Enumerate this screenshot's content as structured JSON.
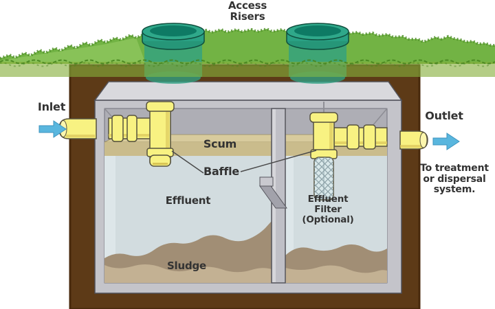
{
  "diagram": {
    "type": "septic-tank-cross-section",
    "labels": {
      "access_risers": "Access Risers",
      "inlet": "Inlet",
      "outlet": "Outlet",
      "scum": "Scum",
      "baffle": "Baffle",
      "effluent": "Effluent",
      "effluent_filter": "Effluent Filter (Optional)",
      "sludge": "Sludge",
      "to_treatment": "To treatment or dispersal system."
    },
    "colors": {
      "background": "#ffffff",
      "soil": "#5d3a17",
      "grass": "#72b344",
      "grass_light": "#8cc45c",
      "grass_fuzz": "#4e8f27",
      "grass_face": "#86af3c",
      "riser_teal": "#2fa183",
      "riser_dark": "#0e7a64",
      "tank_frame": "#c4c4ca",
      "tank_top": "#d9d9dd",
      "tank_interior": "#aeaeb5",
      "divider": "#bfbfc6",
      "water": "#d2dcdf",
      "scum": "#cabc8c",
      "scum_top": "#d8cb9d",
      "sludge_front": "#c3b193",
      "sludge_back": "#a18e75",
      "pipe_yellow": "#f8f282",
      "pipe_shade": "#ddca5e",
      "filter_mesh": "#d9e8ea",
      "arrow_blue": "#59b6de",
      "outline": "#56523e",
      "text": "#333333"
    }
  }
}
